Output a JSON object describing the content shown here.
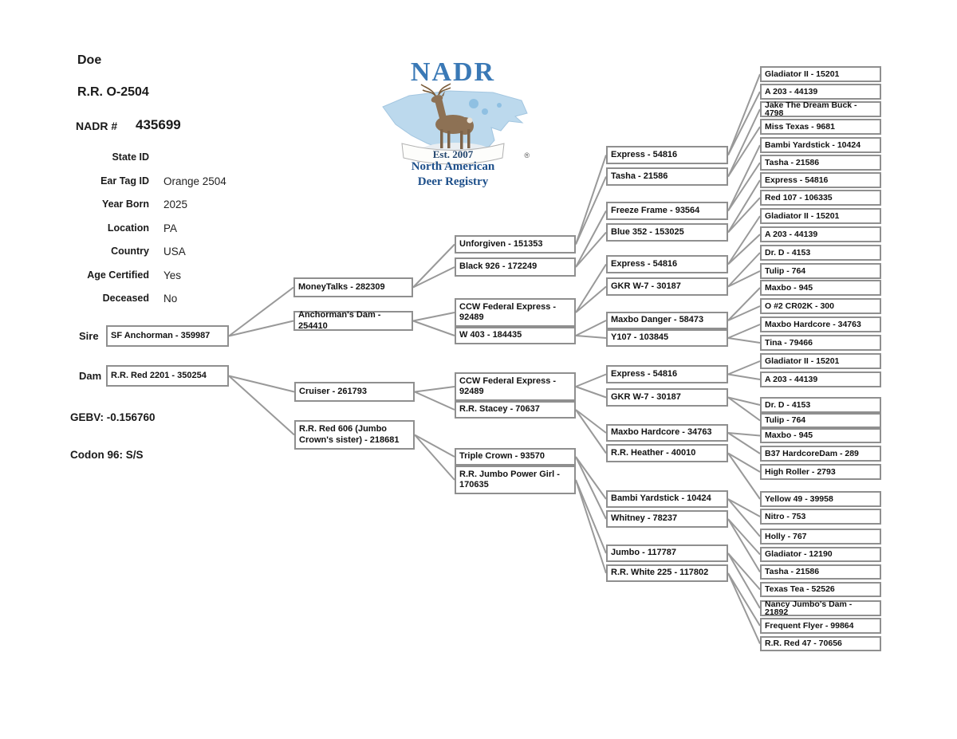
{
  "header": {
    "sex": "Doe",
    "animal_name": "R.R. O-2504",
    "nadr_label": "NADR #",
    "nadr_number": "435699"
  },
  "info": {
    "fields": [
      {
        "label": "State ID",
        "value": ""
      },
      {
        "label": "Ear Tag ID",
        "value": "Orange 2504"
      },
      {
        "label": "Year Born",
        "value": "2025"
      },
      {
        "label": "Location",
        "value": "PA"
      },
      {
        "label": "Country",
        "value": "USA"
      },
      {
        "label": "Age Certified",
        "value": "Yes"
      },
      {
        "label": "Deceased",
        "value": "No"
      }
    ],
    "sire_label": "Sire",
    "dam_label": "Dam",
    "gebv": "GEBV: -0.156760",
    "codon": "Codon 96: S/S"
  },
  "logo": {
    "acronym": "NADR",
    "est": "Est. 2007",
    "name_line1": "North American",
    "name_line2": "Deer Registry",
    "registered_mark": "®",
    "colors": {
      "acronym_blue": "#3a79b6",
      "map_blue": "#bcd9ed",
      "map_dark_blue": "#8fc0e2",
      "name_blue": "#1d4f8a",
      "deer_brown": "#8d7154"
    }
  },
  "pedigree": {
    "line_color": "#999999",
    "nodes": [
      {
        "id": "sf_anchorman",
        "label": "SF Anchorman - 359987",
        "sire": "moneytalks",
        "dam": "anchormans_dam"
      },
      {
        "id": "rr_red_2201",
        "label": "R.R. Red 2201 - 350254",
        "sire": "cruiser",
        "dam": "rr_red_606"
      },
      {
        "id": "moneytalks",
        "label": "MoneyTalks - 282309",
        "sire": "unforgiven",
        "dam": "black926"
      },
      {
        "id": "anchormans_dam",
        "label": "Anchorman's Dam - 254410",
        "sire": "ccw_fed_s",
        "dam": "w403"
      },
      {
        "id": "cruiser",
        "label": "Cruiser - 261793",
        "sire": "ccw_fed_d",
        "dam": "rr_stacey"
      },
      {
        "id": "rr_red_606",
        "label": "R.R. Red 606 (Jumbo Crown's sister) - 218681",
        "sire": "triple_crown",
        "dam": "rr_jumbo_pg"
      },
      {
        "id": "unforgiven",
        "label": "Unforgiven - 151353",
        "sire": "express_s1",
        "dam": "tasha_s1"
      },
      {
        "id": "black926",
        "label": "Black 926 - 172249",
        "sire": "freeze_frame",
        "dam": "blue352"
      },
      {
        "id": "ccw_fed_s",
        "label": "CCW Federal Express - 92489",
        "sire": "express_s2",
        "dam": "gkr_s"
      },
      {
        "id": "w403",
        "label": "W 403 - 184435",
        "sire": "maxbo_danger",
        "dam": "y107"
      },
      {
        "id": "ccw_fed_d",
        "label": "CCW Federal Express - 92489",
        "sire": "express_d1",
        "dam": "gkr_d"
      },
      {
        "id": "rr_stacey",
        "label": "R.R. Stacey - 70637",
        "sire": "maxbo_hardcore",
        "dam": "rr_heather"
      },
      {
        "id": "triple_crown",
        "label": "Triple Crown - 93570",
        "sire": "bambi_d",
        "dam": "whitney"
      },
      {
        "id": "rr_jumbo_pg",
        "label": "R.R. Jumbo Power Girl - 170635",
        "sire": "jumbo",
        "dam": "rr_white225"
      },
      {
        "id": "express_s1",
        "label": "Express - 54816",
        "sire": "g5_01",
        "dam": "g5_02"
      },
      {
        "id": "tasha_s1",
        "label": "Tasha - 21586",
        "sire": "g5_03",
        "dam": "g5_04"
      },
      {
        "id": "freeze_frame",
        "label": "Freeze Frame - 93564",
        "sire": "g5_05",
        "dam": "g5_06"
      },
      {
        "id": "blue352",
        "label": "Blue 352 - 153025",
        "sire": "g5_07",
        "dam": "g5_08"
      },
      {
        "id": "express_s2",
        "label": "Express - 54816",
        "sire": "g5_09",
        "dam": "g5_10"
      },
      {
        "id": "gkr_s",
        "label": "GKR W-7 - 30187",
        "sire": "g5_11",
        "dam": "g5_12"
      },
      {
        "id": "maxbo_danger",
        "label": "Maxbo Danger - 58473",
        "sire": "g5_13",
        "dam": "g5_14"
      },
      {
        "id": "y107",
        "label": "Y107 - 103845",
        "sire": "g5_15",
        "dam": "g5_16"
      },
      {
        "id": "express_d1",
        "label": "Express - 54816",
        "sire": "g5_17",
        "dam": "g5_18"
      },
      {
        "id": "gkr_d",
        "label": "GKR W-7 - 30187",
        "sire": "g5_19",
        "dam": "g5_20"
      },
      {
        "id": "maxbo_hardcore",
        "label": "Maxbo Hardcore - 34763",
        "sire": "g5_21",
        "dam": "g5_22"
      },
      {
        "id": "rr_heather",
        "label": "R.R. Heather - 40010",
        "sire": "g5_23",
        "dam": "g5_24"
      },
      {
        "id": "bambi_d",
        "label": "Bambi Yardstick - 10424",
        "sire": "g5_25",
        "dam": "g5_26"
      },
      {
        "id": "whitney",
        "label": "Whitney - 78237",
        "sire": "g5_27",
        "dam": "g5_28"
      },
      {
        "id": "jumbo",
        "label": "Jumbo - 117787",
        "sire": "g5_29",
        "dam": "g5_30"
      },
      {
        "id": "rr_white225",
        "label": "R.R. White 225 - 117802",
        "sire": "g5_31",
        "dam": "g5_32"
      },
      {
        "id": "g5_01",
        "label": "Gladiator II - 15201",
        "sire": null,
        "dam": null
      },
      {
        "id": "g5_02",
        "label": "A 203 - 44139",
        "sire": null,
        "dam": null
      },
      {
        "id": "g5_03",
        "label": "Jake The Dream Buck - 4798",
        "sire": null,
        "dam": null
      },
      {
        "id": "g5_04",
        "label": "Miss Texas - 9681",
        "sire": null,
        "dam": null
      },
      {
        "id": "g5_05",
        "label": "Bambi Yardstick - 10424",
        "sire": null,
        "dam": null
      },
      {
        "id": "g5_06",
        "label": "Tasha - 21586",
        "sire": null,
        "dam": null
      },
      {
        "id": "g5_07",
        "label": "Express - 54816",
        "sire": null,
        "dam": null
      },
      {
        "id": "g5_08",
        "label": "Red 107 - 106335",
        "sire": null,
        "dam": null
      },
      {
        "id": "g5_09",
        "label": "Gladiator II - 15201",
        "sire": null,
        "dam": null
      },
      {
        "id": "g5_10",
        "label": "A 203 - 44139",
        "sire": null,
        "dam": null
      },
      {
        "id": "g5_11",
        "label": "Dr. D - 4153",
        "sire": null,
        "dam": null
      },
      {
        "id": "g5_12",
        "label": "Tulip - 764",
        "sire": null,
        "dam": null
      },
      {
        "id": "g5_13",
        "label": "Maxbo - 945",
        "sire": null,
        "dam": null
      },
      {
        "id": "g5_14",
        "label": "O #2 CR02K - 300",
        "sire": null,
        "dam": null
      },
      {
        "id": "g5_15",
        "label": "Maxbo Hardcore - 34763",
        "sire": null,
        "dam": null
      },
      {
        "id": "g5_16",
        "label": "Tina - 79466",
        "sire": null,
        "dam": null
      },
      {
        "id": "g5_17",
        "label": "Gladiator II - 15201",
        "sire": null,
        "dam": null
      },
      {
        "id": "g5_18",
        "label": "A 203 - 44139",
        "sire": null,
        "dam": null
      },
      {
        "id": "g5_19",
        "label": "Dr. D - 4153",
        "sire": null,
        "dam": null
      },
      {
        "id": "g5_20",
        "label": "Tulip - 764",
        "sire": null,
        "dam": null
      },
      {
        "id": "g5_21",
        "label": "Maxbo - 945",
        "sire": null,
        "dam": null
      },
      {
        "id": "g5_22",
        "label": "B37 HardcoreDam - 289",
        "sire": null,
        "dam": null
      },
      {
        "id": "g5_23",
        "label": "High Roller - 2793",
        "sire": null,
        "dam": null
      },
      {
        "id": "g5_24",
        "label": "Yellow 49 - 39958",
        "sire": null,
        "dam": null
      },
      {
        "id": "g5_25",
        "label": "Nitro - 753",
        "sire": null,
        "dam": null
      },
      {
        "id": "g5_26",
        "label": "Holly - 767",
        "sire": null,
        "dam": null
      },
      {
        "id": "g5_27",
        "label": "Gladiator - 12190",
        "sire": null,
        "dam": null
      },
      {
        "id": "g5_28",
        "label": "Tasha - 21586",
        "sire": null,
        "dam": null
      },
      {
        "id": "g5_29",
        "label": "Texas Tea - 52526",
        "sire": null,
        "dam": null
      },
      {
        "id": "g5_30",
        "label": "Nancy Jumbo's Dam - 21892",
        "sire": null,
        "dam": null
      },
      {
        "id": "g5_31",
        "label": "Frequent Flyer - 99864",
        "sire": null,
        "dam": null
      },
      {
        "id": "g5_32",
        "label": "R.R. Red 47 - 70656",
        "sire": null,
        "dam": null
      }
    ]
  }
}
